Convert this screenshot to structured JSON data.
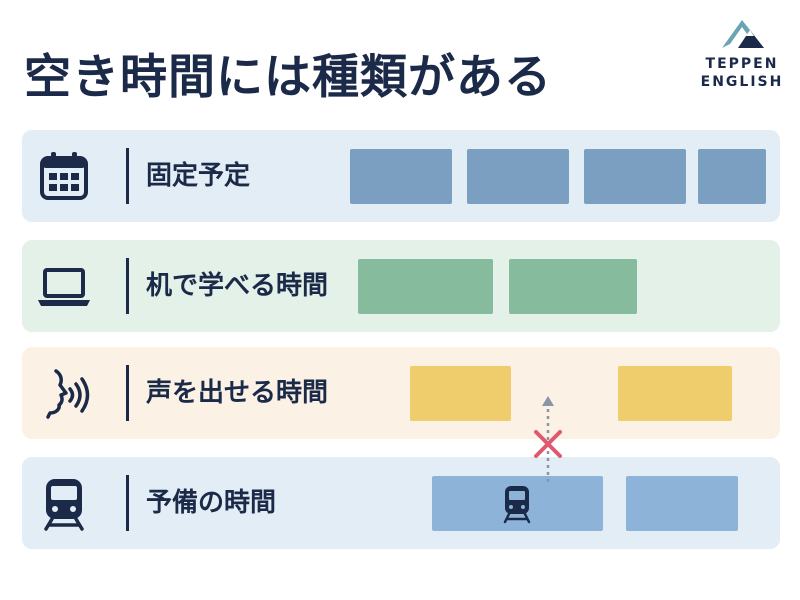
{
  "title": "空き時間には種類がある",
  "logo": {
    "line1": "TEPPEN",
    "line2": "ENGLISH"
  },
  "rows": [
    {
      "label": "固定予定",
      "icon": "calendar-icon"
    },
    {
      "label": "机で学べる時間",
      "icon": "laptop-icon"
    },
    {
      "label": "声を出せる時間",
      "icon": "speaking-face-icon"
    },
    {
      "label": "予備の時間",
      "icon": "train-icon"
    }
  ],
  "colors": {
    "navy": "#1b2a48",
    "fixed_block": "#7a9fc0",
    "desk_block": "#86bb9d",
    "voice_block": "#f0cd6c",
    "spare_block": "#8db4d8",
    "cross": "#e05a6e"
  }
}
